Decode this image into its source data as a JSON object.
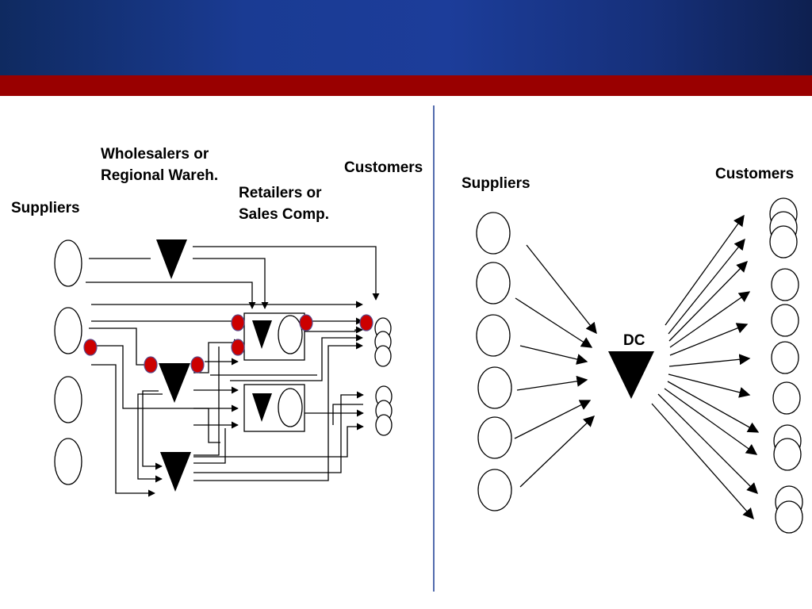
{
  "slide": {
    "colors": {
      "header": "#1a3b93",
      "accent_band": "#990000",
      "divider": "#1a3b93",
      "inventory_point": "#cc0000"
    }
  },
  "left_diagram": {
    "labels": {
      "wholesalers_line1": "Wholesalers or",
      "wholesalers_line2": "Regional Wareh.",
      "retailers_line1": "Retailers or",
      "retailers_line2": "Sales Comp.",
      "suppliers": "Suppliers",
      "customers": "Customers"
    }
  },
  "right_diagram": {
    "labels": {
      "suppliers": "Suppliers",
      "customers": "Customers",
      "dc": "DC"
    }
  }
}
